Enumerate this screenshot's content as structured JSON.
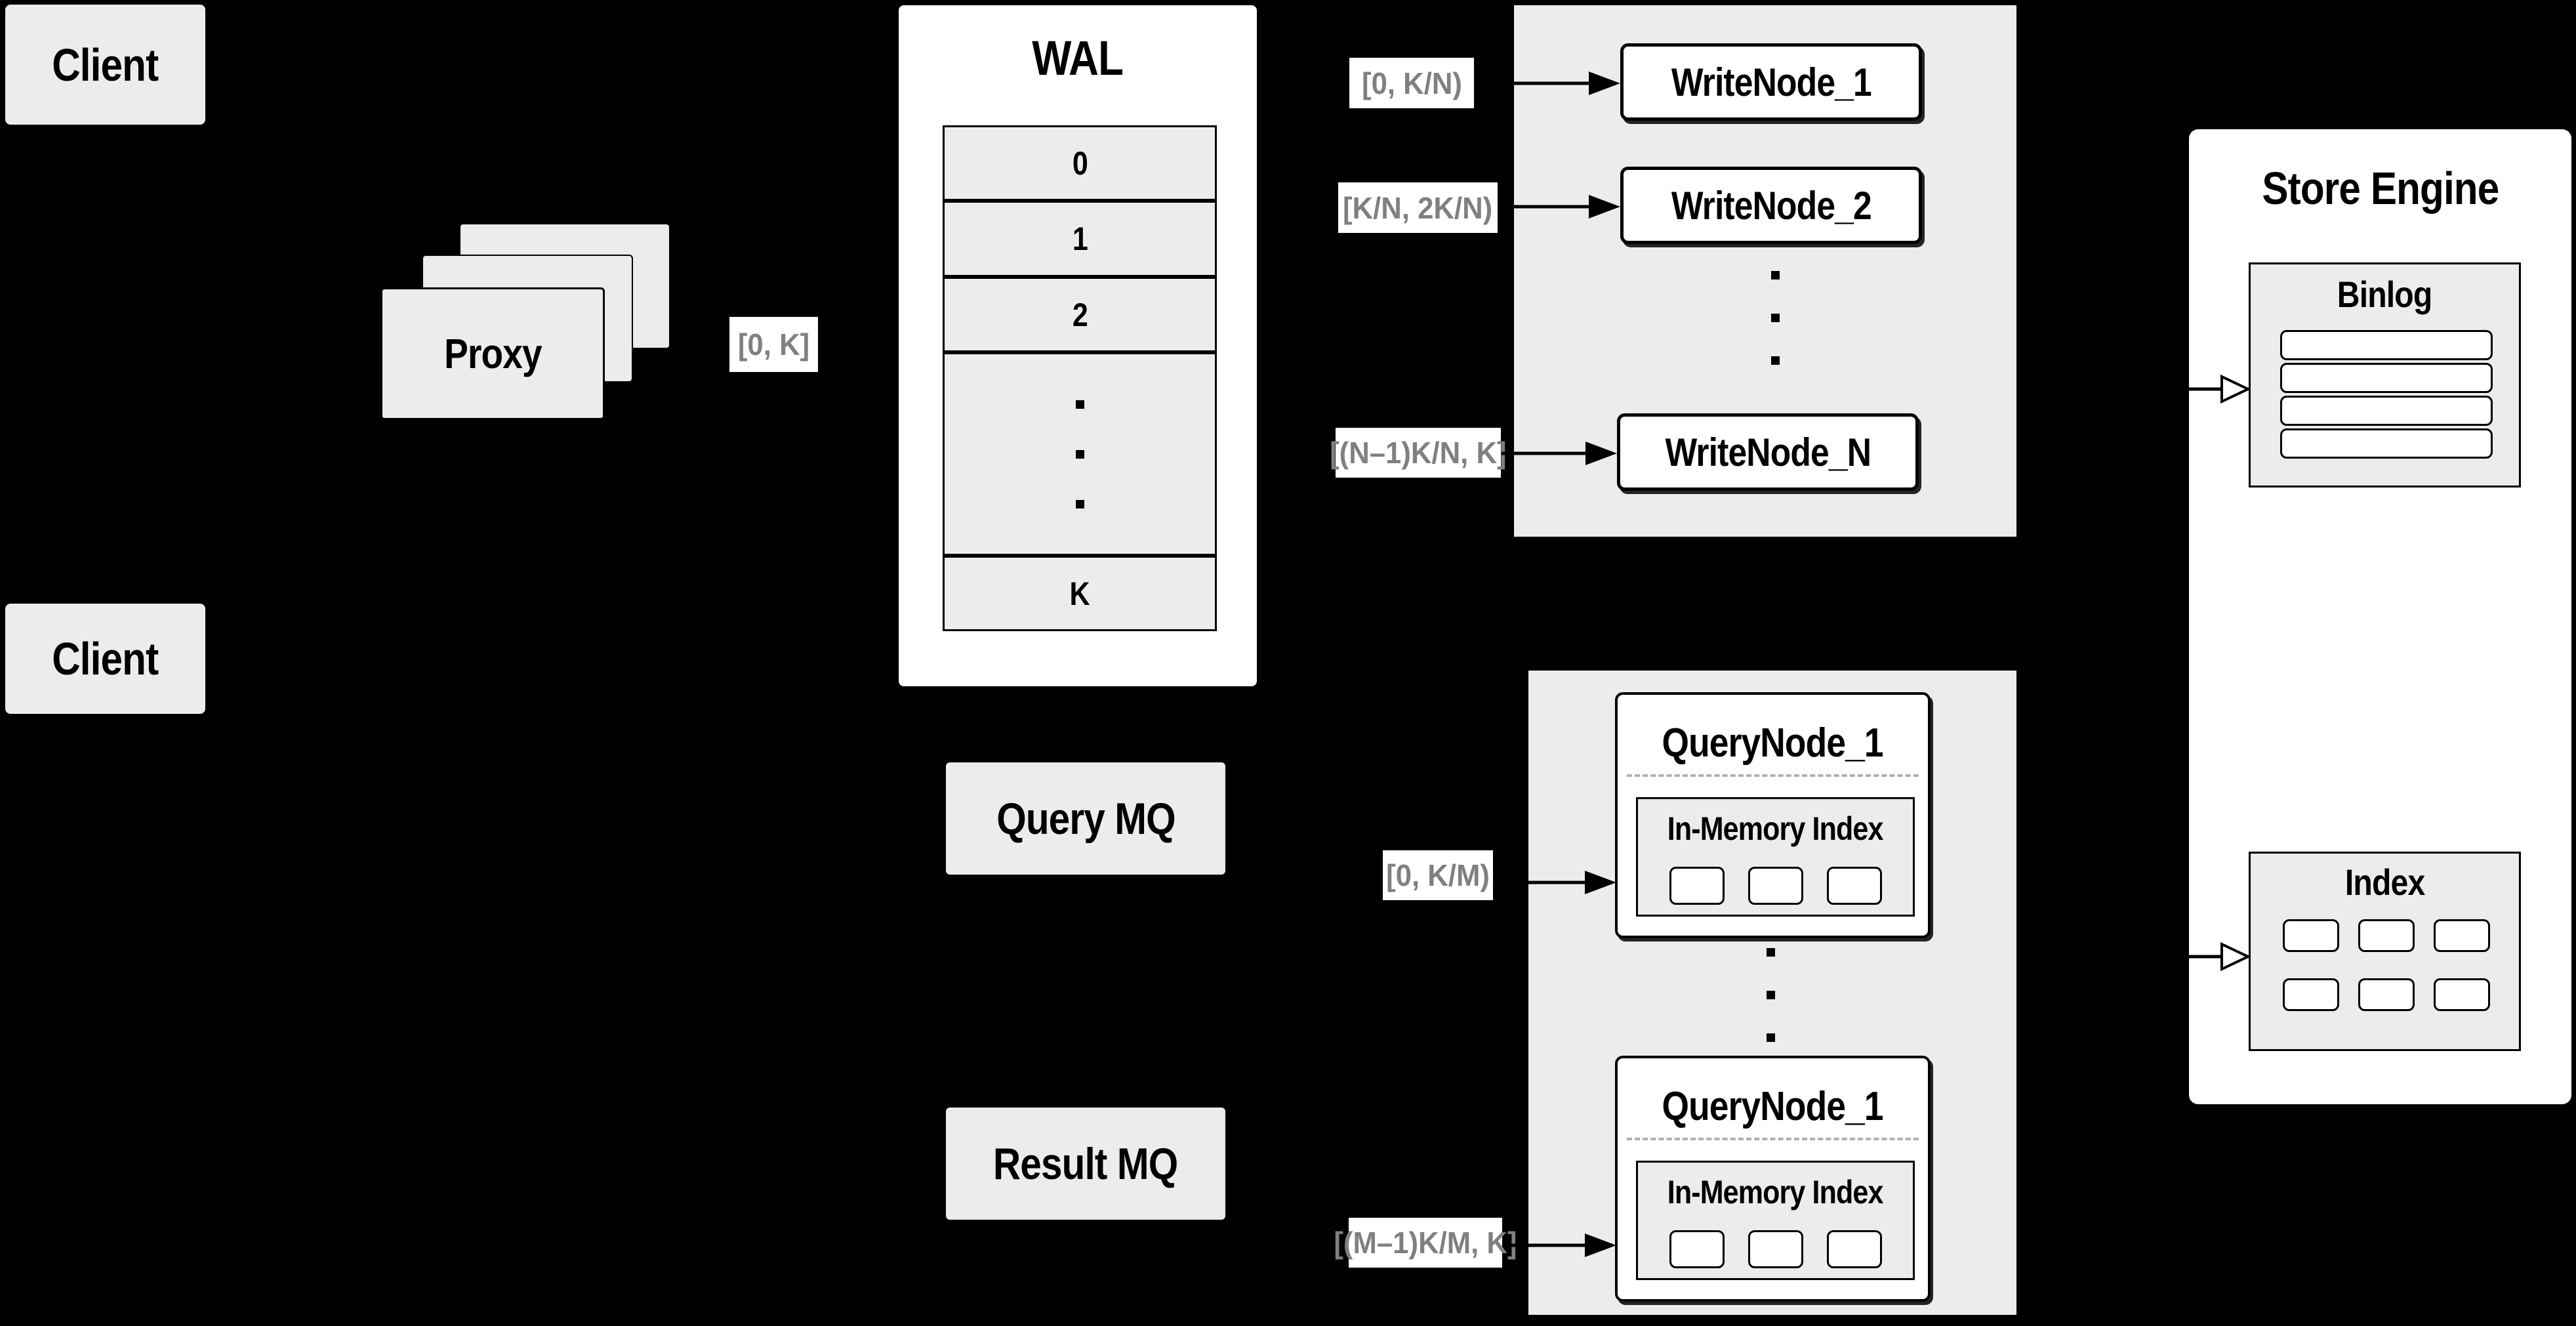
{
  "diagram": {
    "clients": {
      "top": "Client",
      "bottom": "Client"
    },
    "proxy": {
      "label": "Proxy"
    },
    "flow_labels": {
      "proxy_to_wal": "[0, K]",
      "write_1": "[0, K/N)",
      "write_2": "[K/N, 2K/N)",
      "write_n": "[(N–1)K/N, K]",
      "query_1": "[0, K/M)",
      "query_m": "[(M–1)K/M, K]"
    },
    "wal": {
      "title": "WAL",
      "segments": [
        "0",
        "1",
        "2",
        "K"
      ]
    },
    "write_nodes": {
      "node_1": "WriteNode_1",
      "node_2": "WriteNode_2",
      "node_n": "WriteNode_N"
    },
    "mq": {
      "query": "Query MQ",
      "result": "Result MQ"
    },
    "query_nodes": {
      "top": {
        "title": "QueryNode_1",
        "index_label": "In-Memory Index"
      },
      "bottom": {
        "title": "QueryNode_1",
        "index_label": "In-Memory Index"
      }
    },
    "store_engine": {
      "title": "Store Engine",
      "binlog": "Binlog",
      "index": "Index"
    },
    "colors": {
      "background": "#000000",
      "panel": "#ececec",
      "box_fill": "#ffffff",
      "border": "#000000",
      "label_text": "#808080",
      "dashed_divider": "#b0b0b0"
    }
  }
}
